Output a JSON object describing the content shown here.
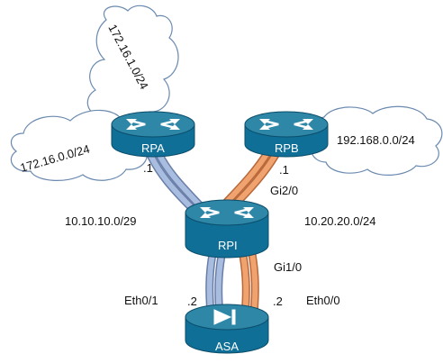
{
  "colors": {
    "link_blue": "#a9bde0",
    "link_blue_edge": "#6a7fa8",
    "link_orange": "#f0a36e",
    "link_orange_edge": "#b8683a",
    "device_top": "#2f87a8",
    "device_side": "#0f6f97",
    "device_edge": "#0b4d6a",
    "cloud_stroke": "#6b8ab0"
  },
  "devices": {
    "rpa": {
      "label": "RPA",
      "icon": "router-icon"
    },
    "rpb": {
      "label": "RPB",
      "icon": "router-icon"
    },
    "rpi": {
      "label": "RPI",
      "icon": "router-icon"
    },
    "asa": {
      "label": "ASA",
      "icon": "firewall-icon"
    }
  },
  "networks": {
    "net_172_16_1": "172.16.1.0/24",
    "net_172_16_0": "172.16.0.0/24",
    "net_192_168_0": "192.168.0.0/24",
    "net_10_10_10": "10.10.10.0/29",
    "net_10_20_20": "10.20.20.0/24"
  },
  "interfaces": {
    "rpa_host": ".1",
    "rpb_host": ".1",
    "rpi_gi2": "Gi2/0",
    "rpi_gi1": "Gi1/0",
    "asa_eth01": "Eth0/1",
    "asa_eth00": "Eth0/0",
    "asa_host_left": ".2",
    "asa_host_right": ".2"
  }
}
